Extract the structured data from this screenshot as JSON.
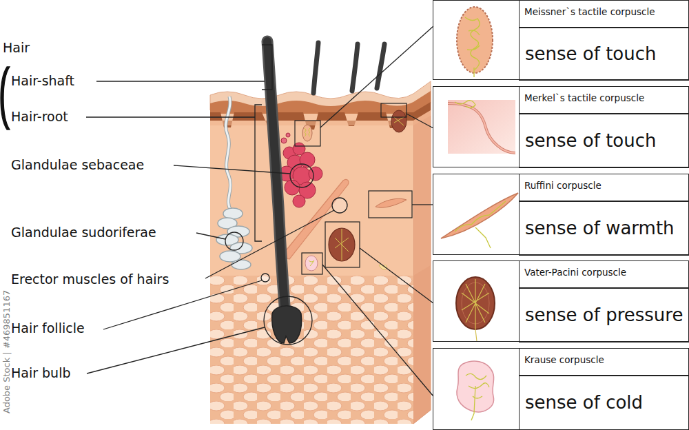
{
  "diagram": {
    "nodes": [
      {
        "text": [
          "Meissner`s tactile corpuscle",
          "sense of touch"
        ]
      },
      {
        "text": [
          "Merkel`s tactile corpuscle",
          "sense of touch"
        ]
      },
      {
        "text": [
          "Ruffini corpuscle",
          "sense of warmth"
        ]
      },
      {
        "text": [
          "Vater-Pacini corpuscle",
          "sense of pressure"
        ]
      },
      {
        "text": [
          "Krause corpuscle",
          "sense of cold"
        ]
      }
    ],
    "labels": [
      "Hair",
      "Hair-shaft",
      "Hair-root",
      "Glandulae sebaceae",
      "Glandulae sudoriferae",
      "Erector muscles of hairs",
      "Hair follicle",
      "Hair bulb",
      "Adobe Stock | #469851167"
    ]
  }
}
